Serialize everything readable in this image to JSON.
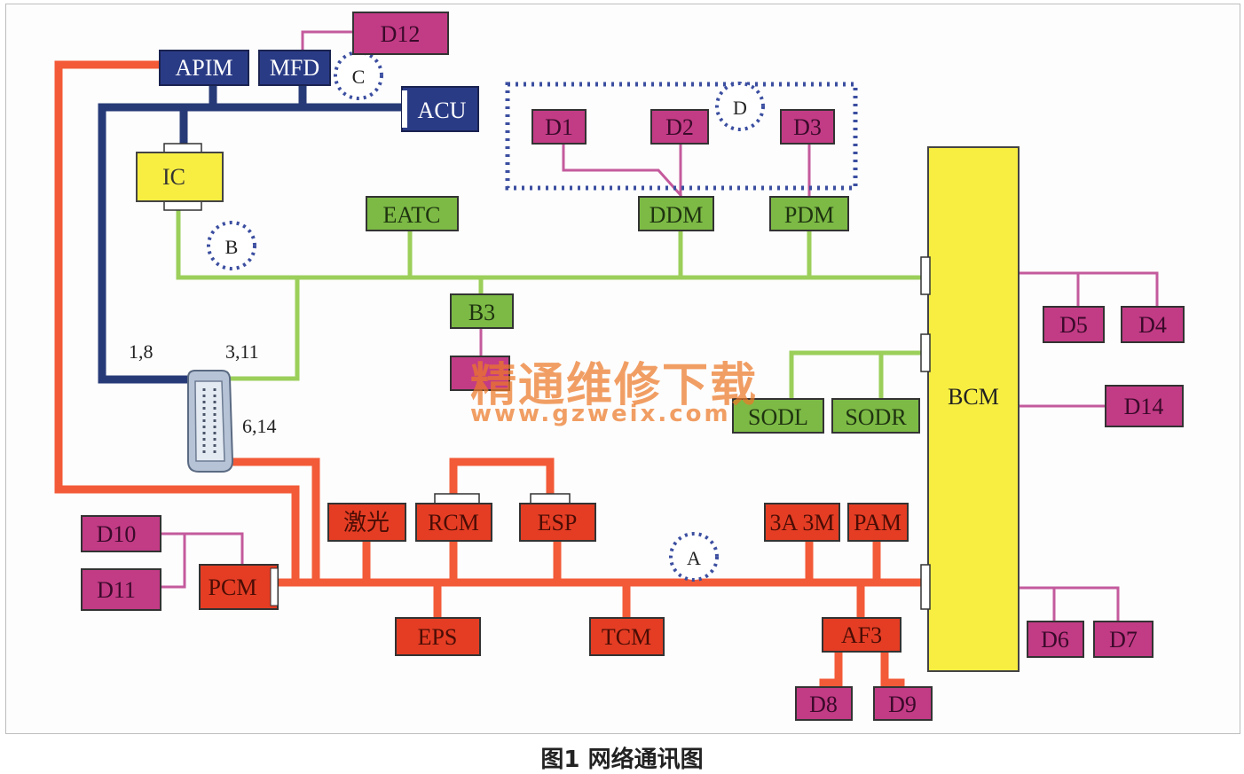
{
  "colors": {
    "hs_can": "#f25a38",
    "ms_can": "#9bcf5a",
    "info_can": "#273a78",
    "private_link": "#c45a9d",
    "red_module": "#e43d24",
    "green_module": "#7cba45",
    "navy_module": "#2a3b86",
    "yellow_module": "#f8ee42",
    "magenta_module": "#c23b85"
  },
  "modules": {
    "apim": "APIM",
    "mfd": "MFD",
    "acu": "ACU",
    "ic": "IC",
    "d12": "D12",
    "d1": "D1",
    "d2": "D2",
    "d3": "D3",
    "eatc": "EATC",
    "ddm": "DDM",
    "pdm": "PDM",
    "b3": "B3",
    "sodl": "SODL",
    "sodr": "SODR",
    "bcm": "BCM",
    "d5": "D5",
    "d4": "D4",
    "d14": "D14",
    "laser": "激光",
    "rcm": "RCM",
    "esp": "ESP",
    "a3m": "3A 3M",
    "pam": "PAM",
    "d10": "D10",
    "d11": "D11",
    "pcm": "PCM",
    "eps": "EPS",
    "tcm": "TCM",
    "af3": "AF3",
    "d8": "D8",
    "d9": "D9",
    "d6": "D6",
    "d7": "D7"
  },
  "network_labels": {
    "a": "A",
    "b": "B",
    "c": "C",
    "d": "D"
  },
  "pin_labels": {
    "pins_1_8": "1,8",
    "pins_3_11": "3,11",
    "pins_6_14": "6,14"
  },
  "watermark": {
    "title": "精通维修下载",
    "url": "www.gzweix.com"
  },
  "caption": "图1 网络通讯图"
}
